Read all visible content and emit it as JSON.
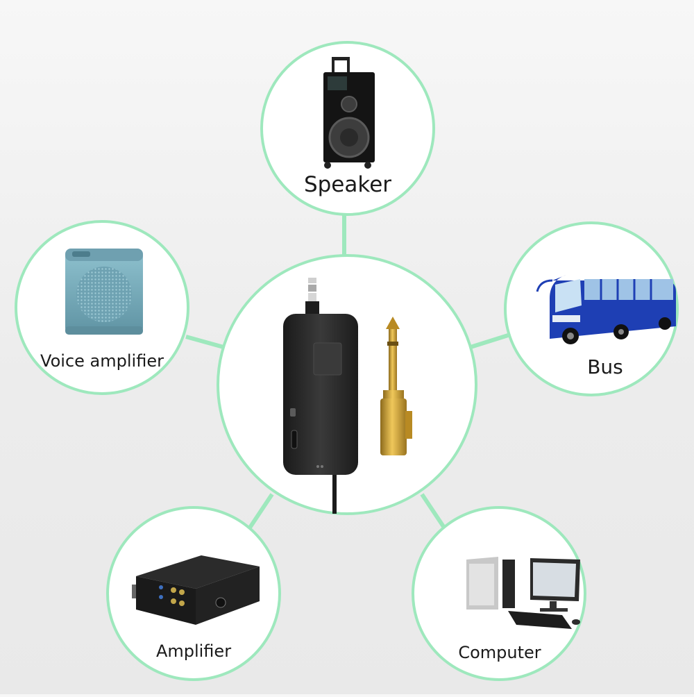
{
  "nodes": {
    "speaker": {
      "label": "Speaker",
      "icon": "trolley-speaker-icon"
    },
    "voice_amplifier": {
      "label": "Voice amplifier",
      "icon": "voice-amplifier-icon"
    },
    "bus": {
      "label": "Bus",
      "icon": "bus-icon"
    },
    "amplifier": {
      "label": "Amplifier",
      "icon": "amplifier-icon"
    },
    "computer": {
      "label": "Computer",
      "icon": "computer-icon"
    },
    "center": {
      "icon": "wireless-receiver-icon"
    }
  },
  "colors": {
    "circle_stroke": "#9ee8bd",
    "connector": "#9ee8bd",
    "label_text": "#1a1a1a",
    "receiver_body": "#2a2a2a",
    "adapter_gold": "#d4a437",
    "bus_blue": "#1e3fb4"
  }
}
